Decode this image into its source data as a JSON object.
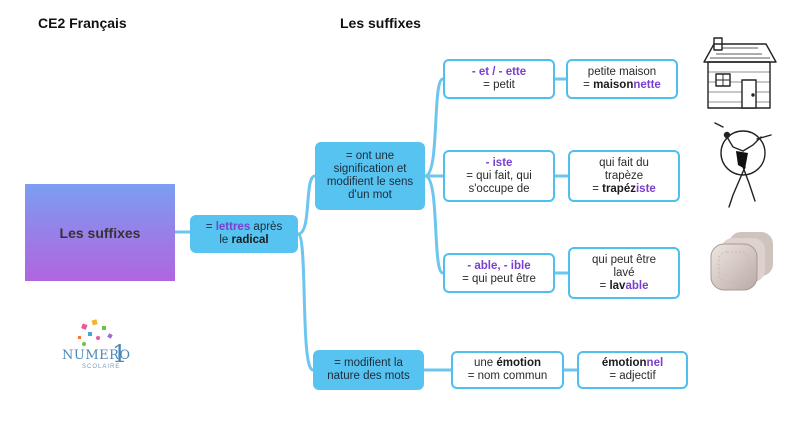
{
  "header": {
    "course": "CE2 Français",
    "title": "Les suffixes"
  },
  "root": {
    "label": "Les suffixes"
  },
  "definition": {
    "prefix": "= ",
    "highlight": "lettres",
    "mid": " après",
    "line2_pre": "le ",
    "line2_bold": "radical"
  },
  "branch_meaning": {
    "lines": [
      "= ont une",
      "signification et",
      "modifient le sens",
      "d'un mot"
    ]
  },
  "branch_nature": {
    "lines": [
      "= modifient la",
      "nature des mots"
    ]
  },
  "suffix_et": {
    "suffix": "- et / - ette",
    "meaning": "= petit"
  },
  "example_et": {
    "line1": "petite maison",
    "eq": "= ",
    "base": "maison",
    "suffix": "nette"
  },
  "suffix_iste": {
    "suffix": "- iste",
    "lines": [
      "= qui fait, qui",
      "s'occupe de"
    ]
  },
  "example_iste": {
    "line1": "qui fait du",
    "line2": "trapèze",
    "eq": "= ",
    "base": "trapéz",
    "suffix": "iste"
  },
  "suffix_able": {
    "suffix": "- able, - ible",
    "meaning": "= qui peut être"
  },
  "example_able": {
    "line1": "qui peut être",
    "line2": "lavé",
    "eq": "= ",
    "base": "lav",
    "suffix": "able"
  },
  "nature_word": {
    "line1_pre": "une ",
    "line1_bold": "émotion",
    "line2": "= nom commun"
  },
  "nature_example": {
    "base": "émotion",
    "suffix": "nel",
    "line2": "= adjectif"
  },
  "logo": {
    "brand": "NUMERO",
    "number": "1",
    "sub": "SCOLAIRE"
  },
  "colors": {
    "accent": "#56c3f1",
    "connector": "#6ec6f0",
    "highlight": "#7a3fd0"
  }
}
